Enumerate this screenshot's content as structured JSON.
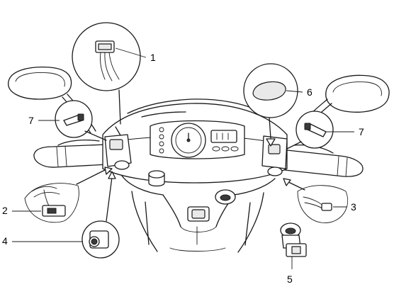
{
  "callouts": {
    "c1": "1",
    "c2": "2",
    "c3": "3",
    "c4": "4",
    "c5": "5",
    "c6": "6",
    "c7_left": "7",
    "c7_right": "7"
  }
}
